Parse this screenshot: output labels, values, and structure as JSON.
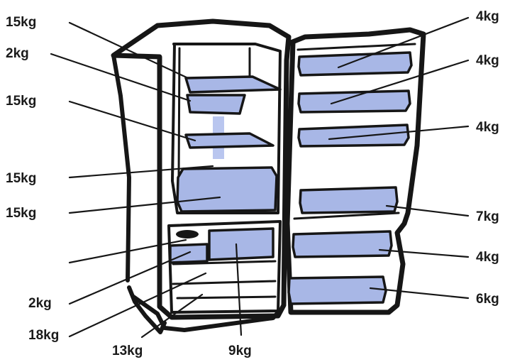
{
  "colors": {
    "outline": "#161616",
    "shelf_fill": "#a8b7e6",
    "shelf_tint": "#b9c6ef",
    "background": "#ffffff"
  },
  "labels": {
    "left": [
      "15kg",
      "2kg",
      "15kg",
      "15kg",
      "15kg",
      "2kg",
      "18kg",
      "13kg",
      "9kg"
    ],
    "right": [
      "4kg",
      "4kg",
      "4kg",
      "7kg",
      "4kg",
      "6kg"
    ]
  }
}
